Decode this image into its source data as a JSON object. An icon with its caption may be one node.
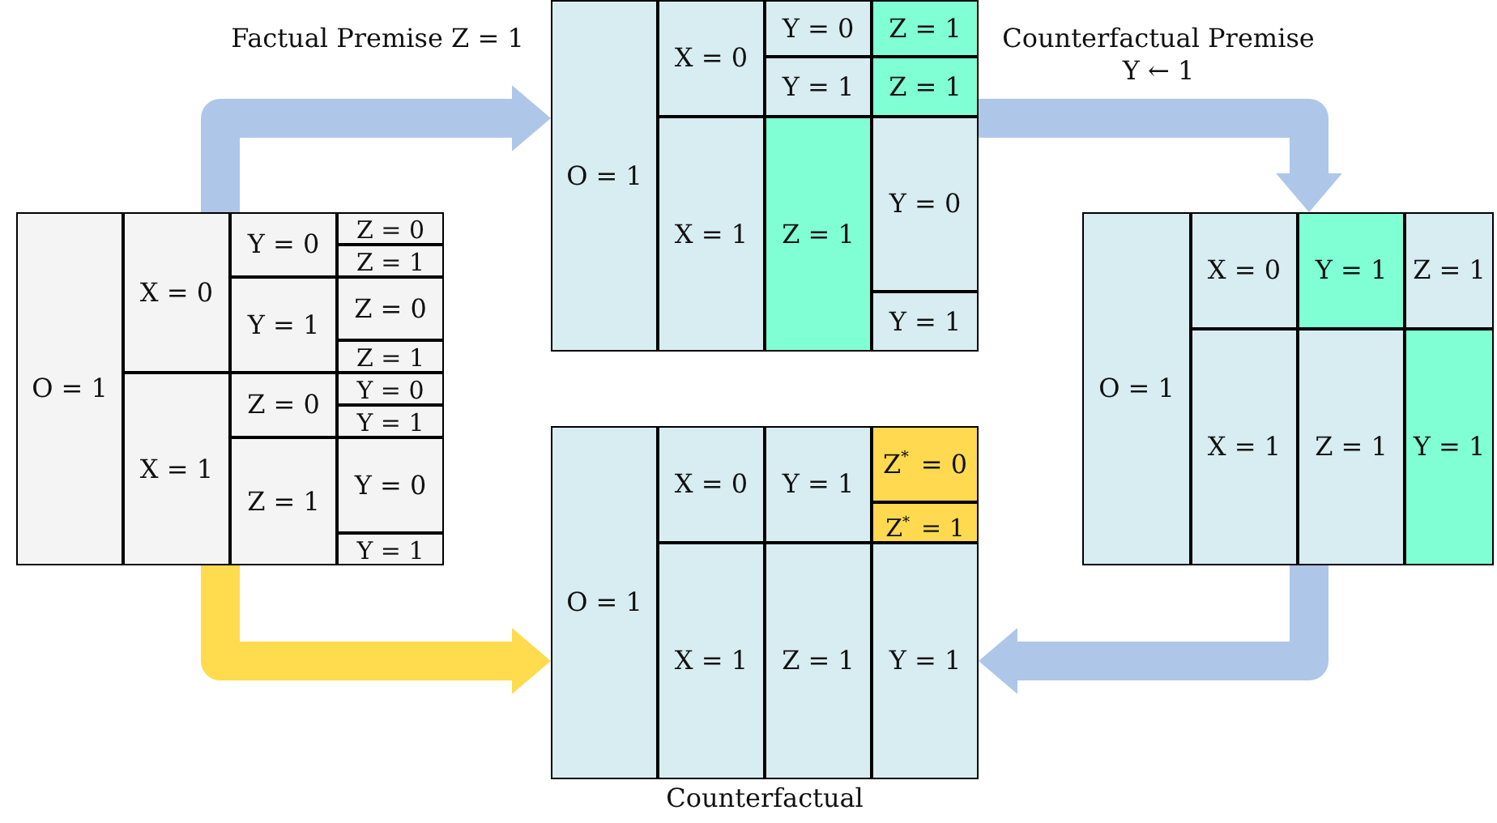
{
  "diagram": {
    "nodes": [
      {
        "text": [],
        "shape": "box"
      },
      {
        "text": [
          "O = 1"
        ],
        "in": 0
      },
      {
        "text": [
          "X = 0"
        ],
        "in": 0
      },
      {
        "text": [
          "Y = 0"
        ],
        "in": 0
      },
      {
        "text": [
          "Z = 0"
        ],
        "in": 0
      },
      {
        "text": [
          "Z = 1"
        ],
        "in": 0
      },
      {
        "text": [
          "Y = 1"
        ],
        "in": 0
      },
      {
        "text": [
          "Z = 0"
        ],
        "in": 0
      },
      {
        "text": [
          "Z = 1"
        ],
        "in": 0
      },
      {
        "text": [
          "X = 1"
        ],
        "in": 0
      },
      {
        "text": [
          "Z = 0"
        ],
        "in": 0
      },
      {
        "text": [
          "Y = 0"
        ],
        "in": 0
      },
      {
        "text": [
          "Y = 1"
        ],
        "in": 0
      },
      {
        "text": [
          "Z = 1"
        ],
        "in": 0
      },
      {
        "text": [
          "Y = 0"
        ],
        "in": 0
      },
      {
        "text": [
          "Y = 1"
        ],
        "in": 0
      },
      {
        "text": [],
        "shape": "box"
      },
      {
        "text": [
          "O = 1"
        ],
        "in": 16
      },
      {
        "text": [
          "X = 0"
        ],
        "in": 16
      },
      {
        "text": [
          "Y = 0"
        ],
        "in": 16
      },
      {
        "text": [
          "Z = 1"
        ],
        "in": 16
      },
      {
        "text": [
          "Y = 1"
        ],
        "in": 16
      },
      {
        "text": [
          "Z = 1"
        ],
        "in": 16
      },
      {
        "text": [
          "X = 1"
        ],
        "in": 16
      },
      {
        "text": [
          "Z = 1"
        ],
        "in": 16
      },
      {
        "text": [
          "Y = 0"
        ],
        "in": 16
      },
      {
        "text": [
          "Y = 1"
        ],
        "in": 16
      },
      {
        "text": [],
        "shape": "box"
      },
      {
        "text": [
          "O = 1"
        ],
        "in": 27
      },
      {
        "text": [
          "X = 0"
        ],
        "in": 27
      },
      {
        "text": [
          "Y = 1"
        ],
        "in": 27
      },
      {
        "text": [
          "Z = 1"
        ],
        "in": 27
      },
      {
        "text": [
          "X = 1"
        ],
        "in": 27
      },
      {
        "text": [
          "Z = 1"
        ],
        "in": 27
      },
      {
        "text": [
          "Y = 1"
        ],
        "in": 27
      },
      {
        "text": [],
        "shape": "box",
        "beside": [
          "Counterfactual"
        ]
      },
      {
        "text": [
          "O = 1"
        ],
        "in": 35
      },
      {
        "text": [
          "X = 0"
        ],
        "in": 35
      },
      {
        "text": [
          "Y = 1"
        ],
        "in": 35
      },
      {
        "text": [
          "Z$^{*}$ = 0"
        ],
        "in": 35
      },
      {
        "text": [
          "Z$^{*}$ = 1"
        ],
        "in": 35
      },
      {
        "text": [
          "X = 1"
        ],
        "in": 35
      },
      {
        "text": [
          "Z = 1"
        ],
        "in": 35
      },
      {
        "text": [
          "Y = 1"
        ],
        "in": 35
      }
    ],
    "edges": [
      {
        "from": 0,
        "to": 16,
        "arrow": "to",
        "label": "Factual Premise Z = 1"
      },
      {
        "from": 16,
        "to": 27,
        "arrow": "to",
        "label": "Counterfactual Premise Y ← 1"
      },
      {
        "from": 27,
        "to": 35,
        "arrow": "to"
      },
      {
        "from": 0,
        "to": 35,
        "arrow": "to",
        "color": "#ffdb4d"
      }
    ]
  }
}
